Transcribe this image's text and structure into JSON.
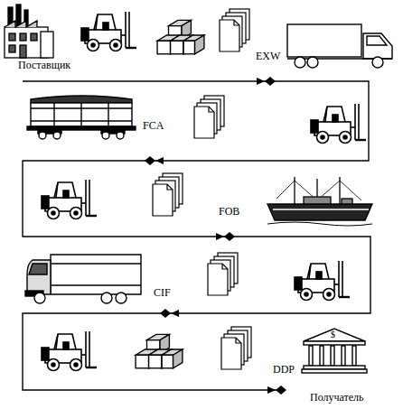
{
  "diagram": {
    "labels": [
      "Поставщик",
      "EXW",
      "FCA",
      "FOB",
      "CIF",
      "DDP",
      "Получатель",
      "$"
    ]
  }
}
